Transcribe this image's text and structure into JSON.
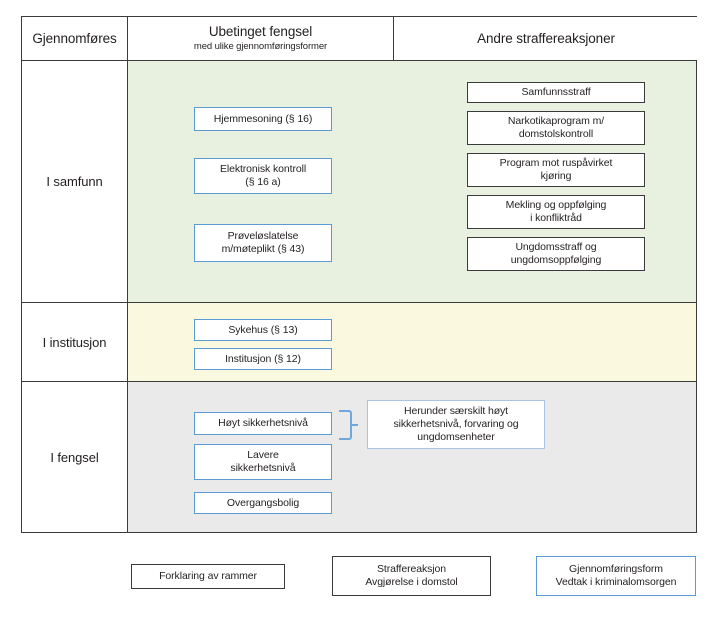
{
  "table": {
    "header": {
      "col1": "Gjennomføres",
      "col2_main": "Ubetinget fengsel",
      "col2_sub": "med ulike gjennomføringsformer",
      "col3": "Andre straffereaksjoner"
    },
    "rows": [
      {
        "label": "I samfunn",
        "band_color": "#e8f0df",
        "middle_nodes": [
          "Hjemmesoning (§ 16)",
          "Elektronisk kontroll\n(§ 16 a)",
          "Prøveløslatelse\nm/møteplikt  (§ 43)"
        ],
        "right_nodes": [
          "Samfunnsstraff",
          "Narkotikaprogram m/\ndomstolskontroll",
          "Program mot ruspåvirket\nkjøring",
          "Mekling og oppfølging\ni konfliktråd",
          "Ungdomsstraff og\nungdomsoppfølging"
        ]
      },
      {
        "label": "I institusjon",
        "band_color": "#faf8df",
        "middle_nodes": [
          "Sykehus  (§ 13)",
          "Institusjon (§ 12)"
        ],
        "right_nodes": []
      },
      {
        "label": "I fengsel",
        "band_color": "#eaeaea",
        "middle_nodes": [
          "Høyt sikkerhetsnivå",
          "Lavere\nsikkerhetsnivå",
          "Overgangsbolig"
        ],
        "annotation": "Herunder særskilt høyt\nsikkerhetsnivå, forvaring og\nungdomsenheter",
        "right_nodes": []
      }
    ]
  },
  "legend": {
    "items": [
      {
        "text": "Forklaring av rammer",
        "style": "dark"
      },
      {
        "text": "Straffereaksjon\nAvgjørelse i domstol",
        "style": "dark"
      },
      {
        "text": "Gjennomføringsform\nVedtak i kriminalomsorgen",
        "style": "blue"
      }
    ]
  },
  "colors": {
    "border_dark": "#3b3b3b",
    "border_blue": "#5b9bd5",
    "band_green": "#e8f0df",
    "band_yellow": "#faf8df",
    "band_gray": "#eaeaea"
  }
}
